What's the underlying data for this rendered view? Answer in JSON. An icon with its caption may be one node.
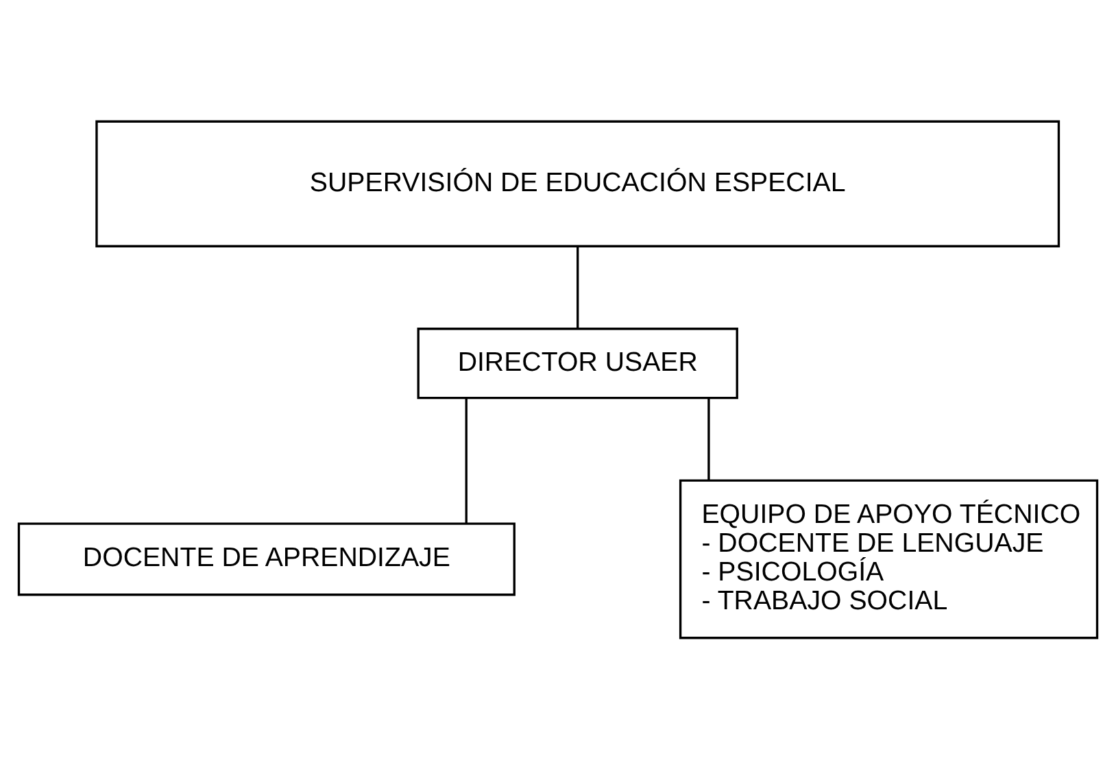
{
  "diagram": {
    "nodes": [
      {
        "text": [
          "SUPERVISIÓN DE EDUCACIÓN ESPECIAL"
        ]
      },
      {
        "text": [
          "DIRECTOR USAER"
        ]
      },
      {
        "text": [
          "DOCENTE DE APRENDIZAJE"
        ]
      },
      {
        "text": [
          "EQUIPO DE APOYO TÉCNICO",
          "- DOCENTE DE LENGUAJE",
          "- PSICOLOGÍA",
          "- TRABAJO SOCIAL"
        ]
      }
    ],
    "edges": [
      {
        "from": 0,
        "to": 1,
        "arrow": "none"
      },
      {
        "from": 1,
        "to": 2,
        "arrow": "none"
      },
      {
        "from": 1,
        "to": 3,
        "arrow": "none"
      }
    ]
  }
}
